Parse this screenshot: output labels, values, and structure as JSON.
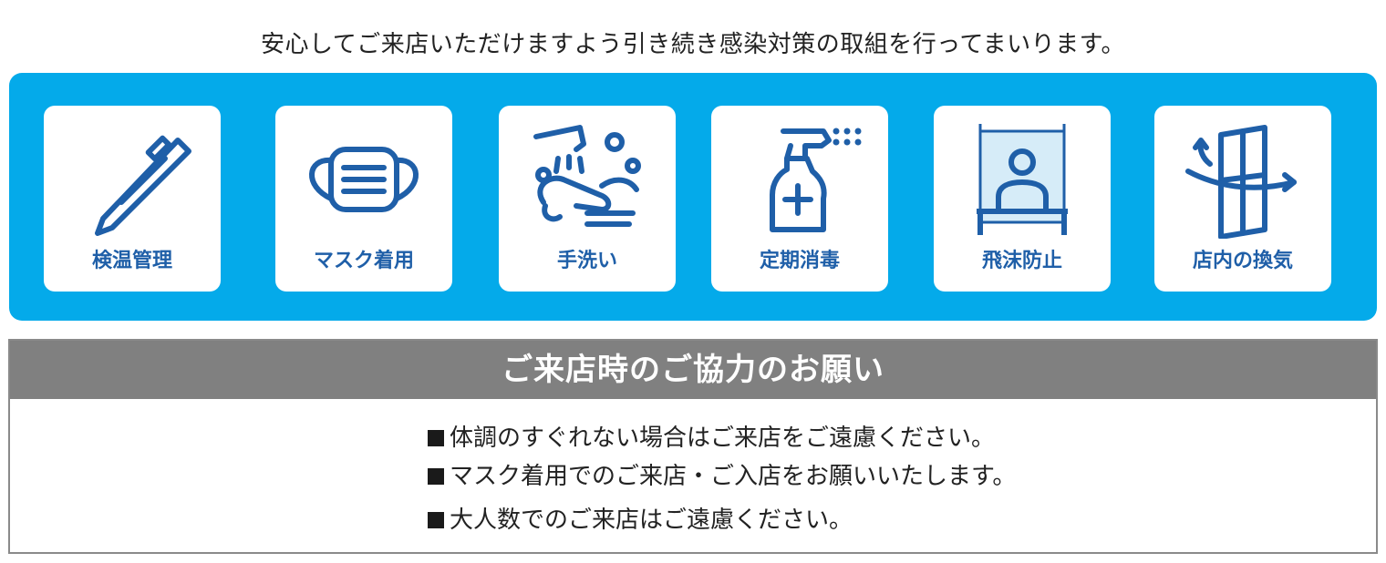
{
  "intro_text": "安心してご来店いただけますよう引き続き感染対策の取組を行ってまいります。",
  "measures": [
    {
      "label": "検温管理",
      "icon": "thermometer-icon"
    },
    {
      "label": "マスク着用",
      "icon": "mask-icon"
    },
    {
      "label": "手洗い",
      "icon": "handwash-icon"
    },
    {
      "label": "定期消毒",
      "icon": "disinfectant-spray-icon"
    },
    {
      "label": "飛沫防止",
      "icon": "partition-icon"
    },
    {
      "label": "店内の換気",
      "icon": "ventilation-window-icon"
    }
  ],
  "notice": {
    "title": "ご来店時のご協力のお願い",
    "items": [
      "体調のすぐれない場合はご来店をご遠慮ください。",
      "マスク着用でのご来店・ご入店をお願いいたします。",
      "大人数でのご来店はご遠慮ください。"
    ]
  },
  "colors": {
    "band": "#04aaea",
    "icon": "#1f5fa8",
    "header": "#808080"
  }
}
